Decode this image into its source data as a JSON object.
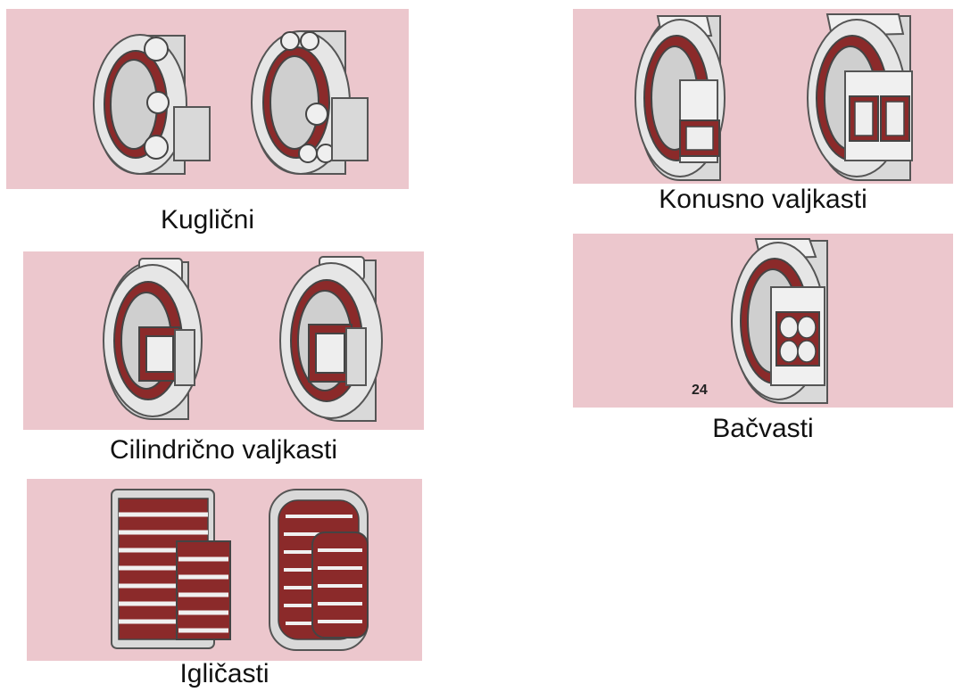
{
  "panels": {
    "ball": {
      "caption": "Kuglični"
    },
    "cylindrical": {
      "caption": "Cilindrično valjkasti"
    },
    "needle": {
      "caption": "Igličasti"
    },
    "tapered": {
      "caption": "Konusno valjkasti"
    },
    "spherical": {
      "caption": "Bačvasti",
      "page_number": "24"
    }
  },
  "colors": {
    "panel_bg": "#ecc7cd",
    "ring_metal": "#d9d9d9",
    "bearing_red": "#8b2a2a"
  }
}
